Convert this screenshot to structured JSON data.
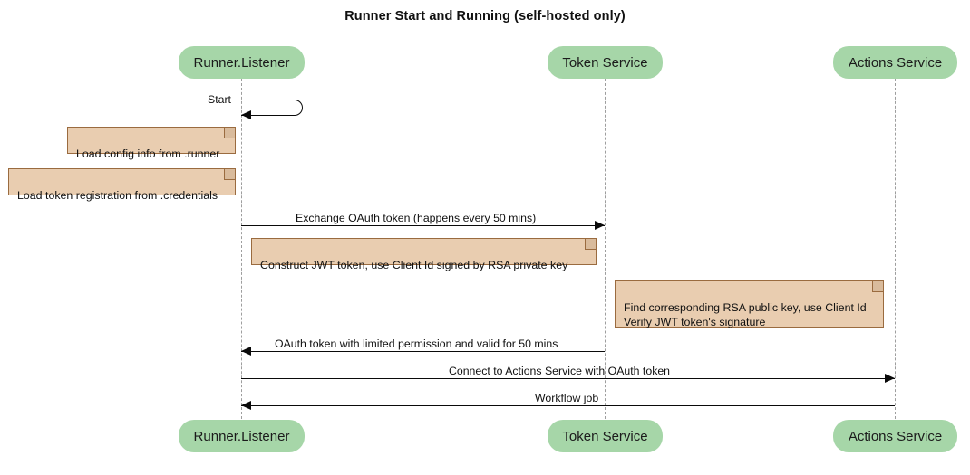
{
  "diagram": {
    "type": "sequence-diagram",
    "title": "Runner Start and Running (self-hosted only)",
    "colors": {
      "participant_fill": "#a6d6a8",
      "note_fill": "#e9cdb0",
      "note_border": "#9a6b3f",
      "lifeline": "#9e9e9e",
      "line": "#0a0a0a",
      "background": "#ffffff"
    },
    "participants": [
      {
        "id": "runner",
        "label": "Runner.Listener"
      },
      {
        "id": "token",
        "label": "Token Service"
      },
      {
        "id": "actions",
        "label": "Actions Service"
      }
    ],
    "messages": [
      {
        "id": "start",
        "label": "Start",
        "from": "runner",
        "to": "runner",
        "kind": "self",
        "direction": "left"
      },
      {
        "id": "exchange-oauth-token",
        "label": "Exchange OAuth token (happens every 50 mins)",
        "from": "runner",
        "to": "token",
        "kind": "sync",
        "direction": "right"
      },
      {
        "id": "oauth-token-reply",
        "label": "OAuth token with limited permission and valid for 50 mins",
        "from": "token",
        "to": "runner",
        "kind": "sync",
        "direction": "left"
      },
      {
        "id": "connect-actions-service",
        "label": "Connect to Actions Service with OAuth token",
        "from": "runner",
        "to": "actions",
        "kind": "sync",
        "direction": "right"
      },
      {
        "id": "workflow-job",
        "label": "Workflow job",
        "from": "actions",
        "to": "runner",
        "kind": "sync",
        "direction": "left"
      }
    ],
    "notes": [
      {
        "id": "load-config",
        "text": "Load config info from .runner",
        "attached_to": "runner"
      },
      {
        "id": "load-token-registration",
        "text": "Load token registration from .credentials",
        "attached_to": "runner"
      },
      {
        "id": "construct-jwt",
        "text": "Construct JWT token, use Client Id signed by RSA private key",
        "attached_to": "runner"
      },
      {
        "id": "verify-jwt",
        "text": "Find corresponding RSA public key, use Client Id\nVerify JWT token's signature",
        "attached_to": "token"
      }
    ]
  }
}
